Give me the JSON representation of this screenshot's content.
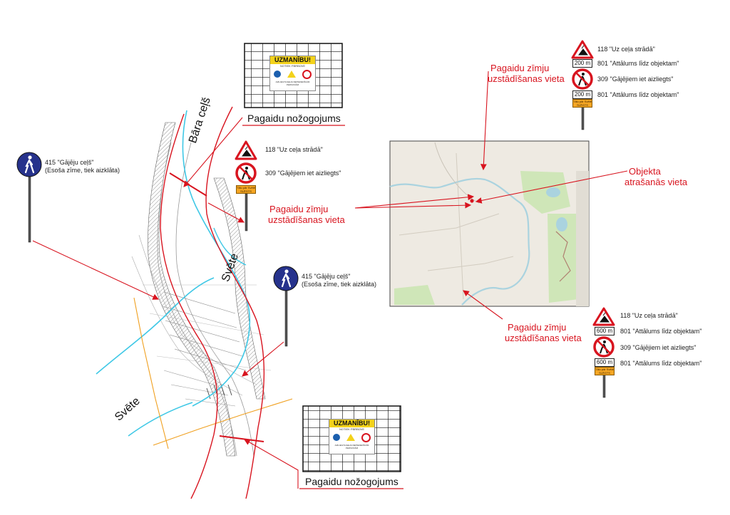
{
  "fences": {
    "top": {
      "caption": "Pagaidu nožogojums",
      "poster_title": "UZMANĪBU!",
      "poster_subtitle": "NOTIEK PĀRBŪVE",
      "poster_note": "AIZLIEGTA IEEJA NEPIEDERĪGĀM PERSONĀM"
    },
    "bottom": {
      "caption": "Pagaidu nožogojums",
      "poster_title": "UZMANĪBU!",
      "poster_subtitle": "NOTIEK PĀRBŪVE",
      "poster_note": "AIZLIEGTA IEEJA NEPIEDERĪGĀM PERSONĀM"
    }
  },
  "rivers": {
    "bara": "Bāra ceļš",
    "svete_right": "Svēte",
    "svete_left": "Svēte"
  },
  "signs": {
    "ped_left": {
      "label1": "415 \"Gājēju ceļš\"",
      "label2": "(Esoša zīme, tiek aizklāta)"
    },
    "ped_mid": {
      "label1": "415 \"Gājēju ceļš\"",
      "label2": "(Esoša zīme, tiek aizklāta)"
    },
    "mid_stack": {
      "road_works": "118 \"Uz ceļa strādā\"",
      "no_ped": "309 \"Gājējiem iet aizliegts\"",
      "orange_plate": "Tālu pār Svētē SLĒGTS"
    },
    "top_right_stack": {
      "road_works": "118 \"Uz ceļa strādā\"",
      "dist1_plate": "200 m",
      "dist1_label": "801 \"Attālums līdz objektam\"",
      "no_ped": "309 \"Gājējiem iet aizliegts\"",
      "dist2_plate": "200 m",
      "dist2_label": "801 \"Attālums līdz objektam\"",
      "orange_plate": "Tālu pār Svētē SLĒGTS"
    },
    "bottom_right_stack": {
      "road_works": "118 \"Uz ceļa strādā\"",
      "dist1_plate": "600 m",
      "dist1_label": "801 \"Attālums līdz objektam\"",
      "no_ped": "309 \"Gājējiem iet aizliegts\"",
      "dist2_plate": "600 m",
      "dist2_label": "801 \"Attālums līdz objektam\"",
      "orange_plate": "Tālu pār Svētē SLĒGTS"
    }
  },
  "callouts": {
    "map_top": {
      "line1": "Pagaidu zīmju",
      "line2": "uzstādīšanas vieta"
    },
    "map_left": {
      "line1": "Pagaidu zīmju",
      "line2": "uzstādīšanas vieta"
    },
    "map_bottom": {
      "line1": "Pagaidu zīmju",
      "line2": "uzstādīšanas vieta"
    },
    "object": {
      "line1": "Objekta",
      "line2": "atrašanās vieta"
    }
  },
  "colors": {
    "annotation_red": "#d8141f",
    "river_cyan": "#3fc8e6",
    "boundary_orange": "#f0a020",
    "sign_blue": "#26328c",
    "map_bg": "#eeeae2",
    "map_green": "#cfe6b8"
  }
}
